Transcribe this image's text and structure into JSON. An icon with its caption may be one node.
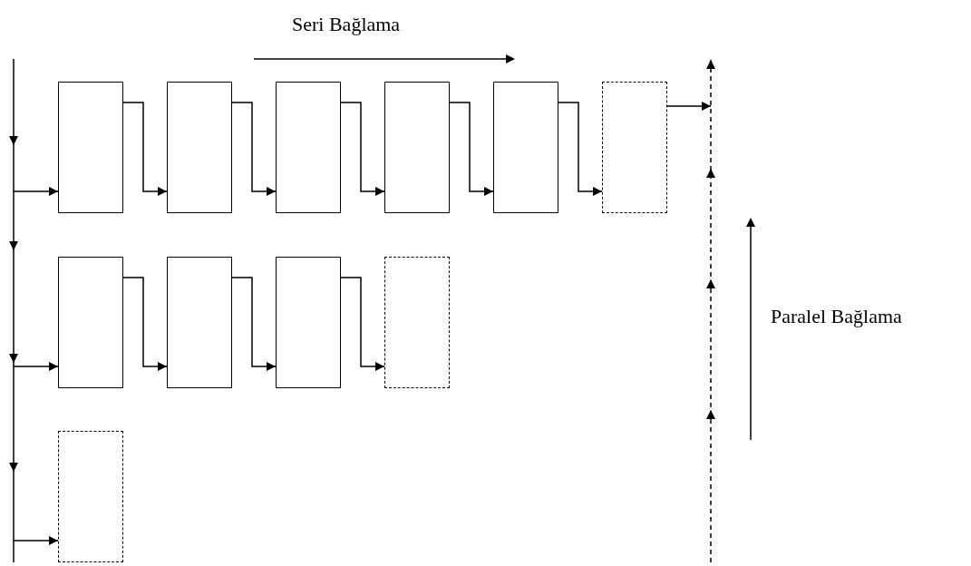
{
  "diagram": {
    "nodes": [
      {
        "text": [],
        "shape": "box"
      },
      {
        "text": [],
        "shape": "box"
      },
      {
        "text": [],
        "shape": "box"
      },
      {
        "text": [],
        "shape": "box"
      },
      {
        "text": [],
        "shape": "box"
      },
      {
        "text": [],
        "shape": "box"
      },
      {
        "text": [],
        "shape": "box"
      },
      {
        "text": [],
        "shape": "box"
      },
      {
        "text": [],
        "shape": "box"
      },
      {
        "text": [],
        "shape": "box"
      },
      {
        "text": [],
        "shape": "box"
      }
    ],
    "edges": [
      {
        "from": null,
        "to": 0,
        "arrow": "to"
      },
      {
        "from": 0,
        "to": 1,
        "arrow": "to"
      },
      {
        "from": 1,
        "to": 2,
        "arrow": "to"
      },
      {
        "from": 2,
        "to": 3,
        "arrow": "to"
      },
      {
        "from": 3,
        "to": 4,
        "arrow": "to"
      },
      {
        "from": 4,
        "to": 5,
        "arrow": "to"
      },
      {
        "from": 5,
        "to": null,
        "arrow": "to"
      },
      {
        "from": null,
        "to": 6,
        "arrow": "to"
      },
      {
        "from": 6,
        "to": 7,
        "arrow": "to"
      },
      {
        "from": 7,
        "to": 8,
        "arrow": "to"
      },
      {
        "from": 8,
        "to": 9,
        "arrow": "to"
      },
      {
        "from": null,
        "to": 10,
        "arrow": "to"
      }
    ],
    "labels": [
      "Seri Bağlama",
      "Paralel Bağlama"
    ]
  }
}
